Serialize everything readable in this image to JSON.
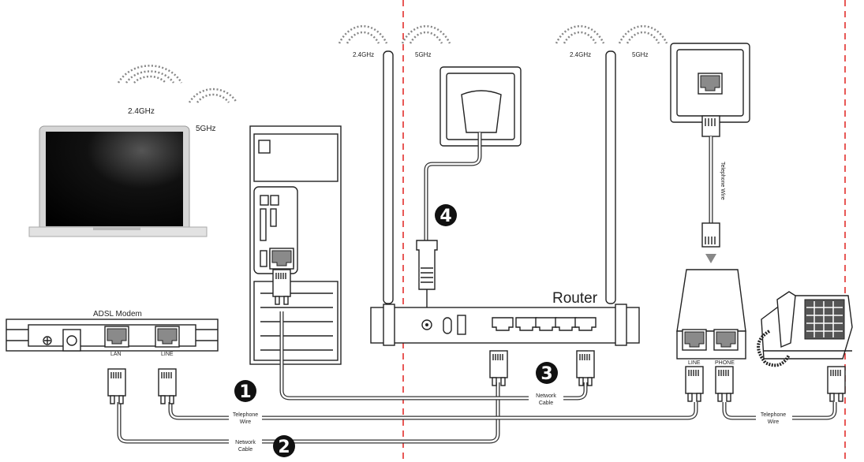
{
  "devices": {
    "modem": {
      "title": "ADSL Modem",
      "ports": [
        "LAN",
        "LINE"
      ]
    },
    "router": {
      "title": "Router"
    },
    "splitter": {
      "ports": [
        "LINE",
        "PHONE"
      ]
    }
  },
  "wifi": {
    "band_24": "2.4GHz",
    "band_5": "5GHz"
  },
  "cables": {
    "telephone_wire": [
      "Telephone",
      "Wire"
    ],
    "network_cable": [
      "Network",
      "Cable"
    ],
    "telephone_wire_vertical": "Telephone Wire"
  },
  "steps": [
    "1",
    "2",
    "3",
    "4"
  ],
  "colors": {
    "divider": "#e0201f",
    "line": "#222222",
    "port": "#8a8a8a"
  }
}
